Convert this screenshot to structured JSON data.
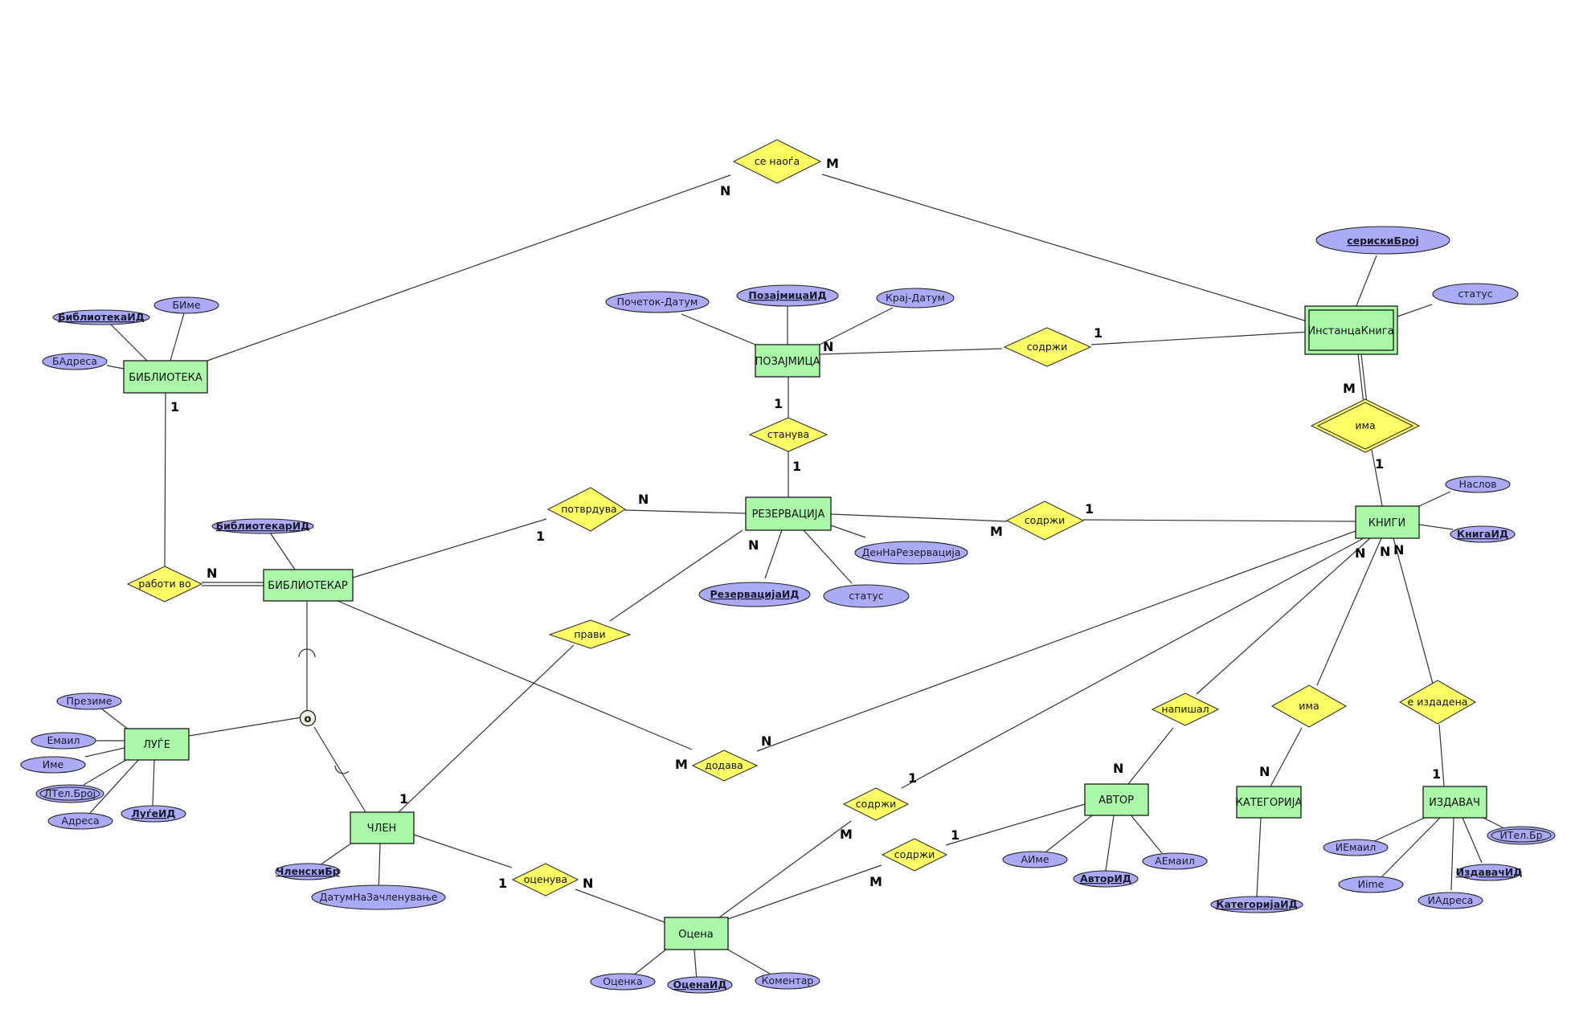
{
  "diagram": {
    "type": "ER diagram",
    "colors": {
      "entity_fill": "#aaf7aa",
      "relationship_fill": "#ffff66",
      "attribute_fill": "#aaaaf5",
      "line": "#333333"
    },
    "entities": {
      "biblioteka": "БИБЛИОТЕКА",
      "instanca_kniga": "ИнстанцаКнига",
      "pozajmica": "ПОЗАЈМИЦА",
      "rezervacija": "РЕЗЕРВАЦИЈА",
      "knigi": "КНИГИ",
      "bibliotekar": "БИБЛИОТЕКАР",
      "lugje": "ЛУЃЕ",
      "chlen": "ЧЛЕН",
      "avtor": "АВТОР",
      "kategorija": "КАТЕГОРИЈА",
      "izdavach": "ИЗДАВАЧ",
      "ocena": "Оцена"
    },
    "relationships": {
      "se_naogja": "се наоѓа",
      "sodrzhi_top": "содржи",
      "ima_weak": "има",
      "stanuva": "станува",
      "potvrduva": "потврдува",
      "sodrzhi_mid": "содржи",
      "raboti_vo": "работи во",
      "pravi": "прави",
      "dodava": "додава",
      "napishal": "напишал",
      "ima_kat": "има",
      "e_izdadena": "е издадена",
      "sodrzhi_low1": "содржи",
      "sodrzhi_low2": "содржи",
      "ocenuva": "оценува"
    },
    "attributes": {
      "bibliotekaid": "БиблиотекаИД",
      "bime": "БИме",
      "badresa": "БАдреса",
      "serisk": "серискиБрој",
      "status_inst": "статус",
      "pocetok": "Почеток-Датум",
      "pozajmicaid": "ПозајмицаИД",
      "kraj": "Крај-Датум",
      "naslov": "Наслов",
      "knigaid": "КнигаИД",
      "denrez": "ДенНаРезервација",
      "rezervacijaid": "РезервацијаИД",
      "status_rez": "статус",
      "bibliotekarid": "БиблиотекарИД",
      "prezime": "Презиме",
      "email": "Емаил",
      "ime": "Име",
      "ltel": "ЛТел.Број",
      "adresa": "Адреса",
      "lugjeid": "ЛуѓеИД",
      "clenskibr": "ЧленскиБр",
      "datumzach": "ДатумНаЗачленување",
      "ocenka": "Оценка",
      "ocenaid": "ОценаИД",
      "komentar": "Коментар",
      "aime": "АИме",
      "avtorid": "АвторИД",
      "aemail": "АЕмаил",
      "kategorijaid": "КатегоријаИД",
      "iemail": "ИЕмаил",
      "iime": "Иime",
      "iadresa": "ИАдреса",
      "izdavachid": "ИздавачИД",
      "itel": "ИТел.Бр"
    },
    "isa_label": "o",
    "cardinalities": {
      "se_naogja_left": "N",
      "se_naogja_right": "M",
      "biblioteka_raboti": "1",
      "raboti_bibliotekar": "N",
      "pozajmica_sodrzhi": "N",
      "sodrzhi_instanca": "1",
      "pozajmica_stanuva": "1",
      "stanuva_rezervacija": "1",
      "instanca_ima": "M",
      "ima_knigi": "1",
      "potvrduva_bibliotekar": "1",
      "potvrduva_rezervacija": "N",
      "rezervacija_sodrzhi": "M",
      "sodrzhi_knigi": "1",
      "rezervacija_pravi": "N",
      "pravi_chlen": "1",
      "bibliotekar_dodava": "M",
      "dodava_knigi": "N",
      "knigi_n1": "N",
      "knigi_n2": "N",
      "knigi_n3": "N",
      "napishal_avtor": "N",
      "ima_kategorija": "N",
      "izdadena_izdavach": "1",
      "sodrzhi_low1_knigi": "1",
      "sodrzhi_low1_ocena": "M",
      "sodrzhi_low2_avtor": "1",
      "sodrzhi_low2_ocena": "M",
      "chlen_ocenuva": "1",
      "ocenuva_ocena": "N"
    }
  }
}
